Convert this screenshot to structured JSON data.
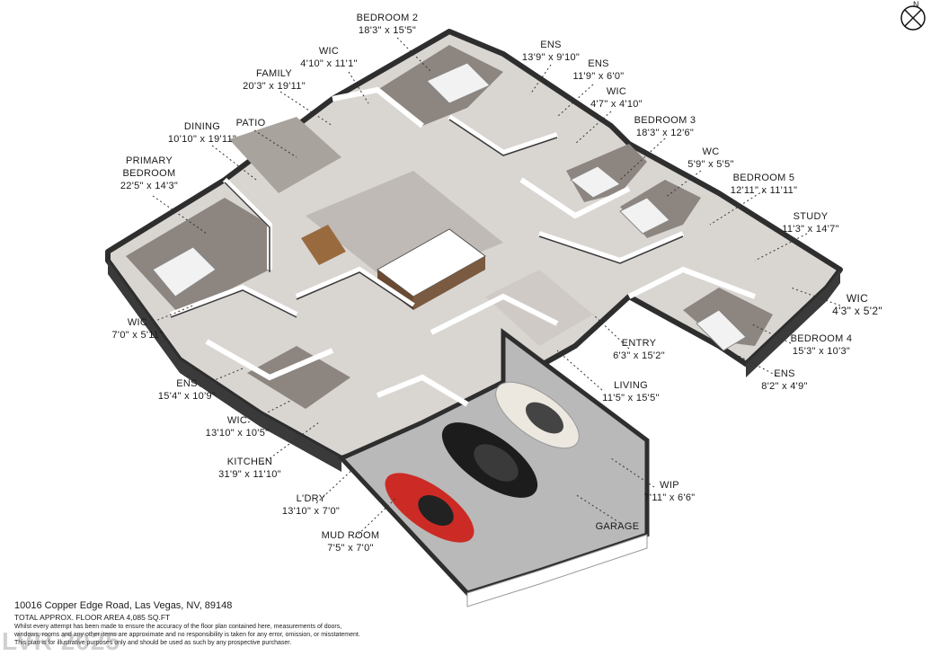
{
  "rooms": [
    {
      "id": "bedroom-2",
      "name": "BEDROOM 2",
      "dims": "18'3\" x 15'5\""
    },
    {
      "id": "ens-1",
      "name": "ENS",
      "dims": "13'9\" x 9'10\""
    },
    {
      "id": "ens-2",
      "name": "ENS",
      "dims": "11'9\" x 6'0\""
    },
    {
      "id": "wic-1",
      "name": "WIC",
      "dims": "4'10\" x 11'1\""
    },
    {
      "id": "family",
      "name": "FAMILY",
      "dims": "20'3\" x 19'11\""
    },
    {
      "id": "wic-2",
      "name": "WIC",
      "dims": "4'7\" x 4'10\""
    },
    {
      "id": "bedroom-3",
      "name": "BEDROOM 3",
      "dims": "18'3\" x 12'6\""
    },
    {
      "id": "patio",
      "name": "PATIO",
      "dims": ""
    },
    {
      "id": "dining",
      "name": "DINING",
      "dims": "10'10\" x 19'11\""
    },
    {
      "id": "wc",
      "name": "WC",
      "dims": "5'9\" x 5'5\""
    },
    {
      "id": "bedroom-5",
      "name": "BEDROOM 5",
      "dims": "12'11\" x 11'11\""
    },
    {
      "id": "primary-bedroom",
      "name": "PRIMARY BEDROOM",
      "dims": "22'5\" x 14'3\""
    },
    {
      "id": "study",
      "name": "STUDY",
      "dims": "11'3\" x 14'7\""
    },
    {
      "id": "wic-3",
      "name": "WIC",
      "dims": "4'3\" x 5'2\""
    },
    {
      "id": "wic-4",
      "name": "WIC",
      "dims": "7'0\" x 5'11\""
    },
    {
      "id": "entry",
      "name": "ENTRY",
      "dims": "6'3\" x 15'2\""
    },
    {
      "id": "bedroom-4",
      "name": "BEDROOM 4",
      "dims": "15'3\" x 10'3\""
    },
    {
      "id": "ens-3",
      "name": "ENS",
      "dims": "8'2\" x 4'9\""
    },
    {
      "id": "ens-4",
      "name": "ENS",
      "dims": "15'4\" x 10'9\""
    },
    {
      "id": "living",
      "name": "LIVING",
      "dims": "11'5\" x 15'5\""
    },
    {
      "id": "wic-5",
      "name": "WIC",
      "dims": "13'10\" x 10'5\""
    },
    {
      "id": "kitchen",
      "name": "KITCHEN",
      "dims": "31'9\" x 11'10\""
    },
    {
      "id": "wip",
      "name": "WIP",
      "dims": "7'11\" x 6'6\""
    },
    {
      "id": "laundry",
      "name": "L'DRY",
      "dims": "13'10\" x 7'0\""
    },
    {
      "id": "garage",
      "name": "GARAGE",
      "dims": ""
    },
    {
      "id": "mud-room",
      "name": "MUD ROOM",
      "dims": "7'5\" x 7'0\""
    }
  ],
  "footer": {
    "address": "10016 Copper Edge Road, Las Vegas, NV, 89148",
    "area": "TOTAL APPROX. FLOOR AREA 4,085 SQ.FT",
    "disclaimer": [
      "Whilst every attempt has been made to ensure the accuracy of the floor plan contained here, measurements of doors,",
      "windows, rooms and any other items are approximate and no responsibility is taken for any error, omission, or misstatement.",
      "This plan is for illustrative purposes only and should be used as such by any prospective purchaser."
    ]
  },
  "watermark": "LVR 2025",
  "compass": {
    "label": "N"
  },
  "colors": {
    "floor": "#d9d6d2",
    "wall_top": "#ffffff",
    "wall_side": "#3a3a3a",
    "garage_floor": "#b8b8b8",
    "car_red": "#cc2b25",
    "car_black": "#1c1c1c",
    "car_white": "#ece8e0"
  }
}
